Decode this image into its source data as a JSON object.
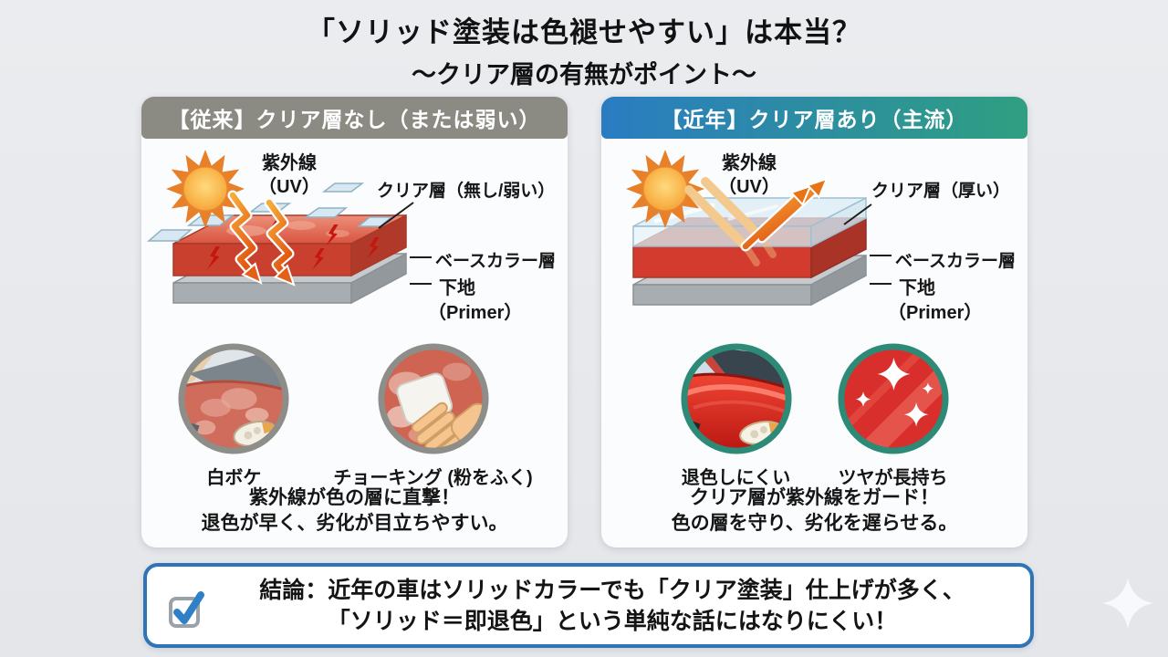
{
  "title": "「ソリッド塗装は色褪せやすい」は本当？",
  "subtitle": "～クリア層の有無がポイント～",
  "left": {
    "header": "【従来】クリア層なし（または弱い）",
    "uv1": "紫外線",
    "uv2": "（UV）",
    "clear_label": "クリア層（無し/弱い）",
    "base_label": "ベースカラー層",
    "primer1": "下地",
    "primer2": "（Primer）",
    "cap1": "白ボケ",
    "cap2": "チョーキング (粉をふく)",
    "note1": "紫外線が色の層に直撃！",
    "note2": "退色が早く、劣化が目立ちやすい。"
  },
  "right": {
    "header": "【近年】クリア層あり（主流）",
    "uv1": "紫外線",
    "uv2": "（UV）",
    "clear_label": "クリア層（厚い）",
    "base_label": "ベースカラー層",
    "primer1": "下地",
    "primer2": "（Primer）",
    "cap1": "退色しにくい",
    "cap2": "ツヤが長持ち",
    "note1": "クリア層が紫外線をガード！",
    "note2": "色の層を守り、劣化を遅らせる。"
  },
  "conclusion": {
    "line1": "結論：近年の車はソリッドカラーでも「クリア塗装」仕上げが多く、",
    "line2": "「ソリッド＝即退色」という単純な話にはなりにくい！"
  },
  "colors": {
    "background": "#e7e9ec",
    "panel_bg": "#fbfcfd",
    "left_header_gray": "#8b8b84",
    "right_header_gradient_start": "#2a7cc2",
    "right_header_gradient_end": "#2f9f80",
    "base_color_red": "#c9402e",
    "primer_gray": "#a8adb1",
    "clear_layer_blue": "#dcecf5",
    "uv_orange": "#e87418",
    "sun_orange": "#f29a33",
    "conclusion_border_blue": "#2e74b7",
    "teal_ring": "#2c8a77",
    "text": "#141414"
  },
  "icons": {
    "sun": "sun-icon",
    "uv_arrows": "uv-arrow-icon",
    "checkbox": "checkbox-check-icon",
    "sparkle": "sparkle-icon"
  }
}
